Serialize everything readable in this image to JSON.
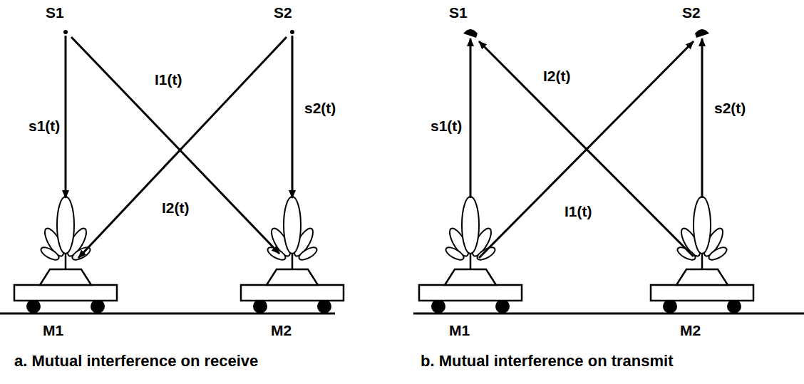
{
  "diagram": {
    "labels": [
      "S1",
      "S2",
      "s1(t)",
      "I1(t)",
      "s2(t)",
      "I2(t)",
      "M1",
      "M2",
      "a. Mutual interference on receive",
      "S1",
      "S2",
      "s1(t)",
      "I2(t)",
      "s2(t)",
      "I1(t)",
      "M1",
      "M2",
      "b. Mutual interference on transmit"
    ]
  }
}
